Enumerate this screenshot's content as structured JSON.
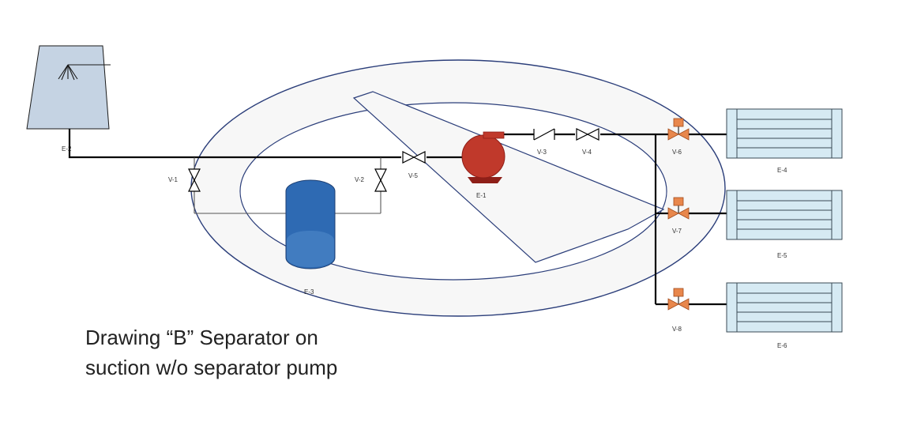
{
  "diagram": {
    "equipment": {
      "E-1": "E-1",
      "E-2": "E-2",
      "E-3": "E-3",
      "E-4": "E-4",
      "E-5": "E-5",
      "E-6": "E-6"
    },
    "valves": {
      "V-1": "V-1",
      "V-2": "V-2",
      "V-3": "V-3",
      "V-4": "V-4",
      "V-5": "V-5",
      "V-6": "V-6",
      "V-7": "V-7",
      "V-8": "V-8"
    },
    "overlay_symbol": "prohibition-sign",
    "colors": {
      "pipe": "#000000",
      "bypass_pipe": "#555555",
      "tower_fill": "#c5d3e3",
      "pump_fill": "#c0392b",
      "separator_fill": "#2e6ab3",
      "exchanger_fill": "#d6eaf3",
      "control_valve_fill": "#e8874c",
      "prohibition_outline": "#2b3e7a",
      "prohibition_fill": "#f7f7f7"
    }
  },
  "caption": {
    "line1": "Drawing “B” Separator on",
    "line2": "suction w/o separator pump"
  }
}
